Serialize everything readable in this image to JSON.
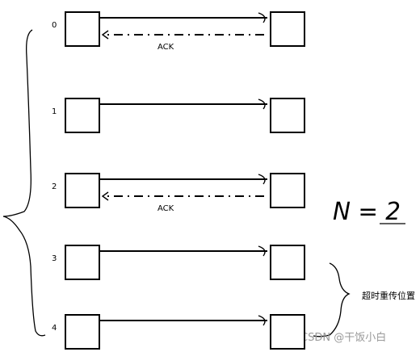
{
  "rows": [
    {
      "seq": "0",
      "ack": true,
      "ack_label": "ACK"
    },
    {
      "seq": "1",
      "ack": false,
      "ack_label": ""
    },
    {
      "seq": "2",
      "ack": true,
      "ack_label": "ACK"
    },
    {
      "seq": "3",
      "ack": false,
      "ack_label": ""
    },
    {
      "seq": "4",
      "ack": false,
      "ack_label": ""
    }
  ],
  "window_note": "N = 2",
  "retransmit_label": "超时重传位置",
  "watermark": "CSDN @干饭小白"
}
